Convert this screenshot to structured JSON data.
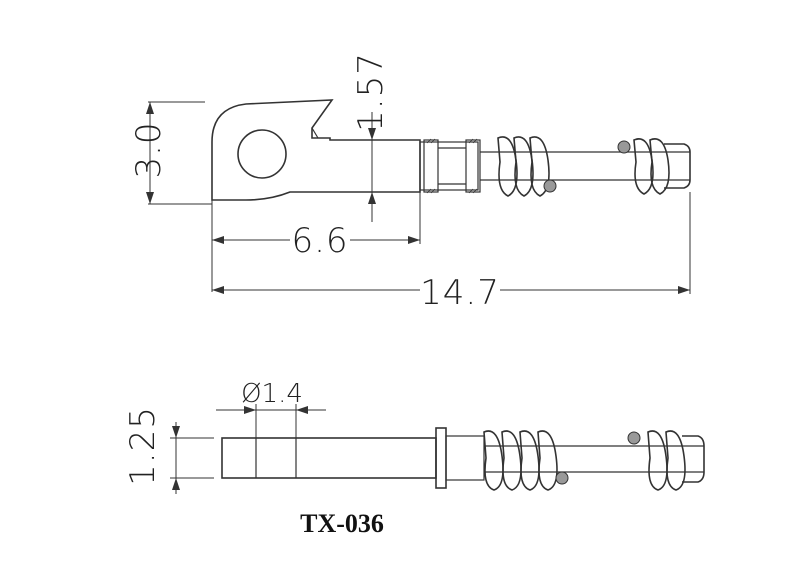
{
  "top_view": {
    "dim_height": "3.0",
    "dim_neck": "1.57",
    "dim_head_length": "6.6",
    "dim_total_length": "14.7"
  },
  "side_view": {
    "dim_diameter": "Ø1.4",
    "dim_thickness": "1.25"
  },
  "part_number": "TX-036"
}
